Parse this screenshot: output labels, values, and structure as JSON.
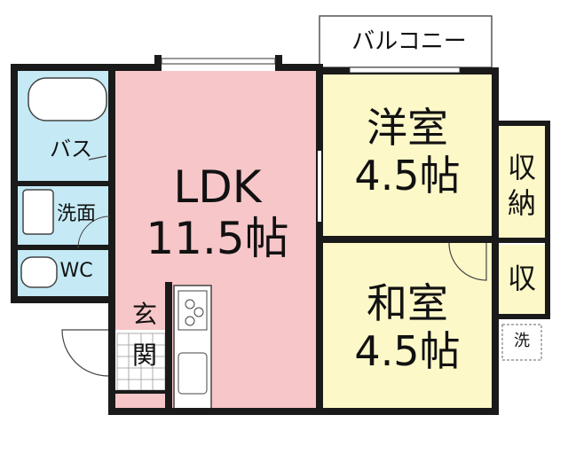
{
  "rooms": {
    "balcony": {
      "label": "バルコニー"
    },
    "western_room": {
      "line1": "洋室",
      "line2": "4.5帖"
    },
    "ldk": {
      "line1": "LDK",
      "line2": "11.5帖"
    },
    "japanese_room": {
      "line1": "和室",
      "line2": "4.5帖"
    },
    "closet": {
      "line1": "収",
      "line2": "納"
    },
    "storage": {
      "label": "収"
    },
    "bath": {
      "label": "バス"
    },
    "washroom": {
      "label": "洗面"
    },
    "toilet": {
      "label": "WC"
    },
    "entrance": {
      "line1": "玄",
      "line2": "関"
    },
    "washer_space": {
      "label": "洗"
    }
  },
  "colors": {
    "ldk": "#f6c6c8",
    "tatami_rooms": "#fdf8c8",
    "wet_rooms": "#c5e9f5",
    "wall": "#1a1a1a"
  }
}
